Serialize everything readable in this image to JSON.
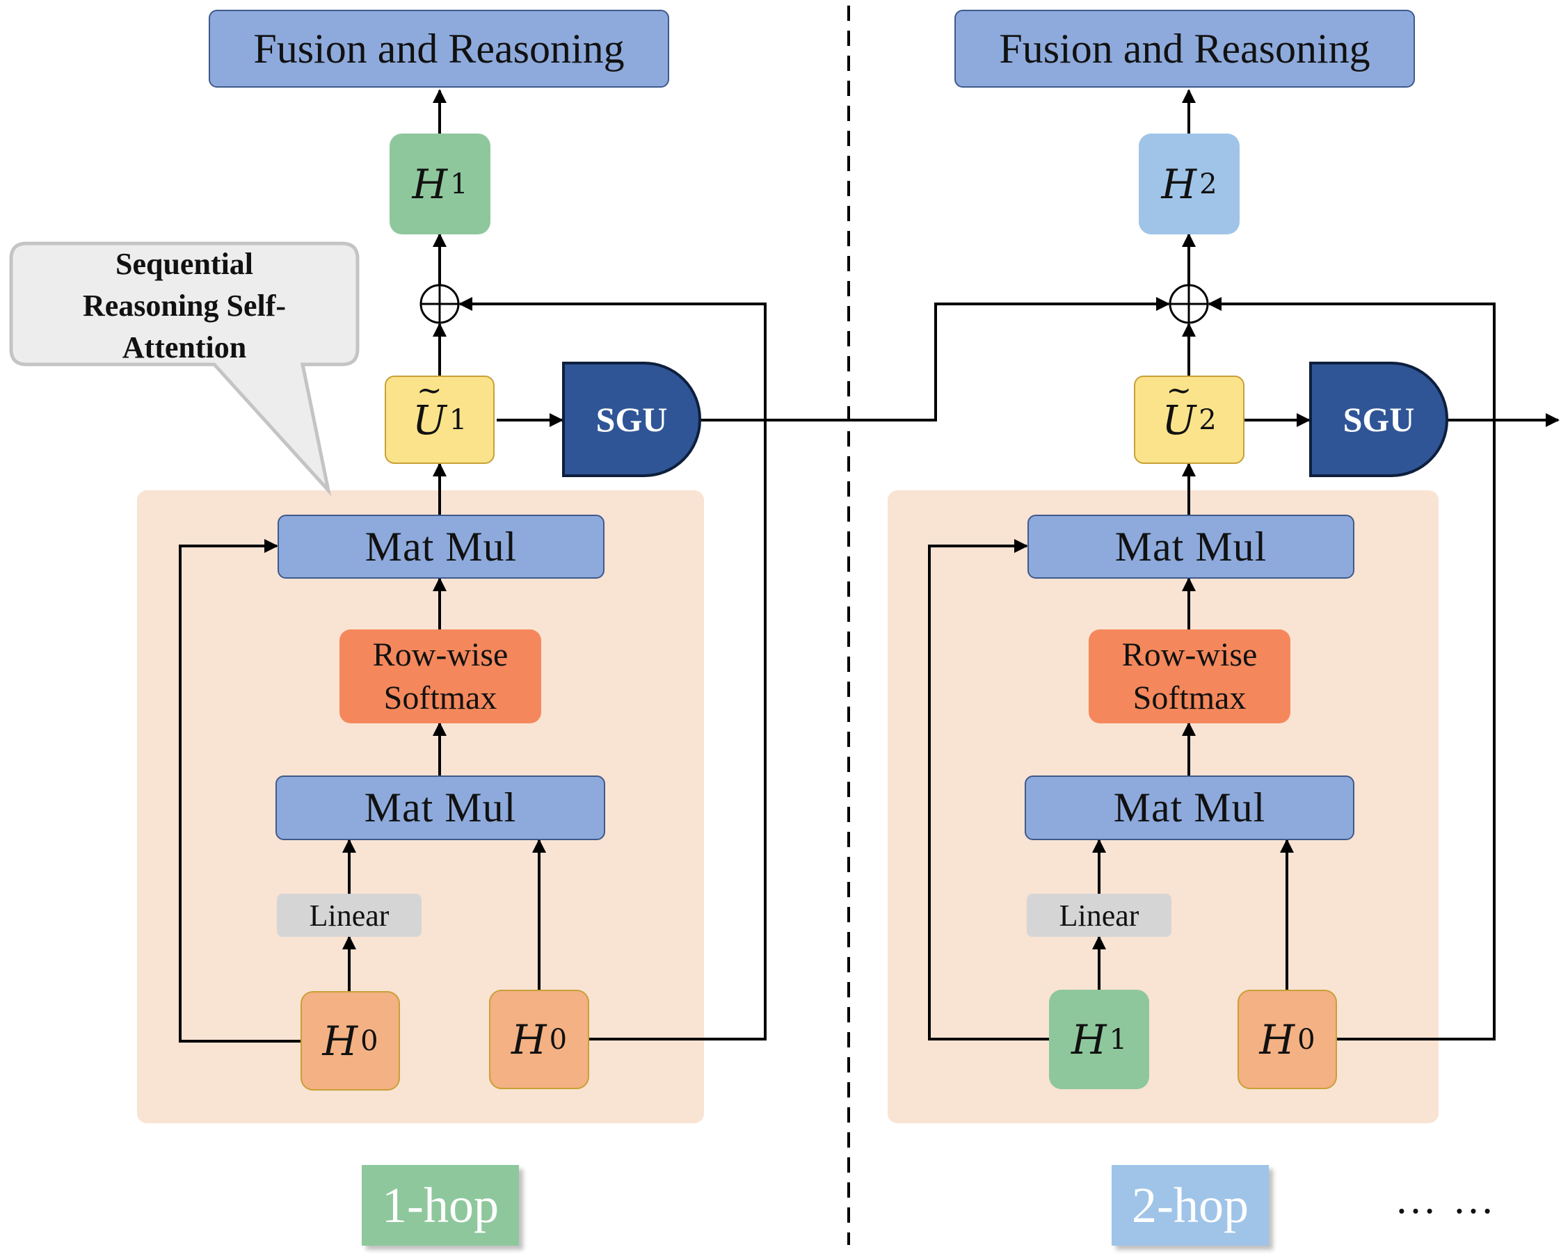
{
  "hop1": {
    "fusion_label": "Fusion and Reasoning",
    "output_symbol": "H",
    "output_sup": "1",
    "u_symbol": "U",
    "u_sup": "1",
    "sgu_label": "SGU",
    "matmul_top_label": "Mat  Mul",
    "softmax_line1": "Row-wise",
    "softmax_line2": "Softmax",
    "matmul_bottom_label": "Mat  Mul",
    "linear_label": "Linear",
    "input_left_symbol": "H",
    "input_left_sup": "0",
    "input_right_symbol": "H",
    "input_right_sup": "0",
    "hop_label": "1-hop"
  },
  "hop2": {
    "fusion_label": "Fusion and Reasoning",
    "output_symbol": "H",
    "output_sup": "2",
    "u_symbol": "U",
    "u_sup": "2",
    "sgu_label": "SGU",
    "matmul_top_label": "Mat  Mul",
    "softmax_line1": "Row-wise",
    "softmax_line2": "Softmax",
    "matmul_bottom_label": "Mat  Mul",
    "linear_label": "Linear",
    "input_left_symbol": "H",
    "input_left_sup": "1",
    "input_right_symbol": "H",
    "input_right_sup": "0",
    "hop_label": "2-hop"
  },
  "callout": {
    "line1": "Sequential",
    "line2": "Reasoning Self-",
    "line3": "Attention"
  },
  "continuation": "… …",
  "colors": {
    "region": "#f9e3d3",
    "matmul_blue": "#8eaadc",
    "softmax_orange": "#f4885c",
    "linear_gray": "#d5d5d5",
    "h0_orange": "#f4b183",
    "h1_green": "#8ec79c",
    "h2_blue": "#9fc4e8",
    "u_yellow": "#fbe38b",
    "sgu_navy": "#2f5597"
  }
}
